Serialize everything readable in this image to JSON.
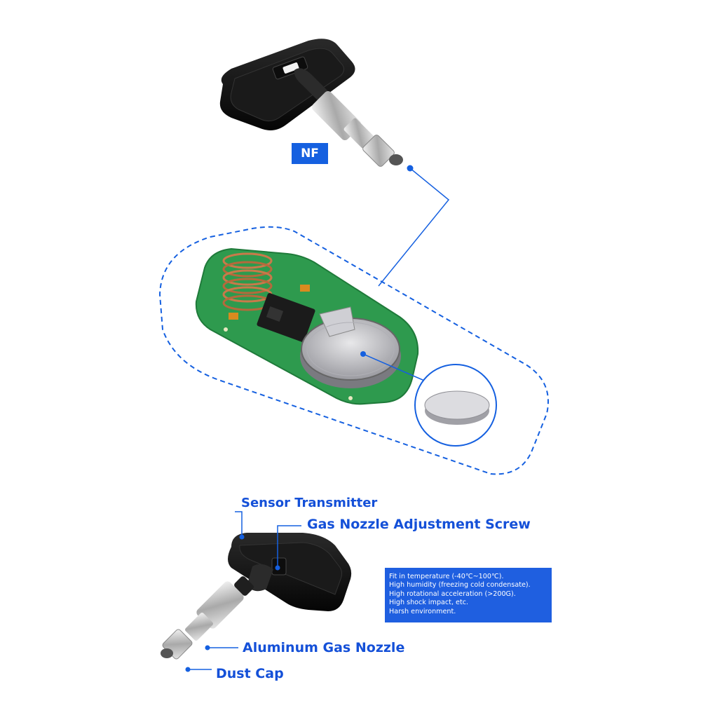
{
  "badge": {
    "text": "NF"
  },
  "labels": {
    "sensor_transmitter": "Sensor Transmitter",
    "adjustment_screw": "Gas Nozzle Adjustment Screw",
    "gas_nozzle": "Aluminum Gas Nozzle",
    "dust_cap": "Dust Cap"
  },
  "specs": [
    "Fit in temperature (-40℃~100℃).",
    "High humidity (freezing cold condensate).",
    "High rotational acceleration (>200G).",
    "High shock impact, etc.",
    "Harsh environment."
  ],
  "colors": {
    "accent": "#1560e0",
    "label": "#1450d8",
    "pcb": "#2e9a4e"
  }
}
